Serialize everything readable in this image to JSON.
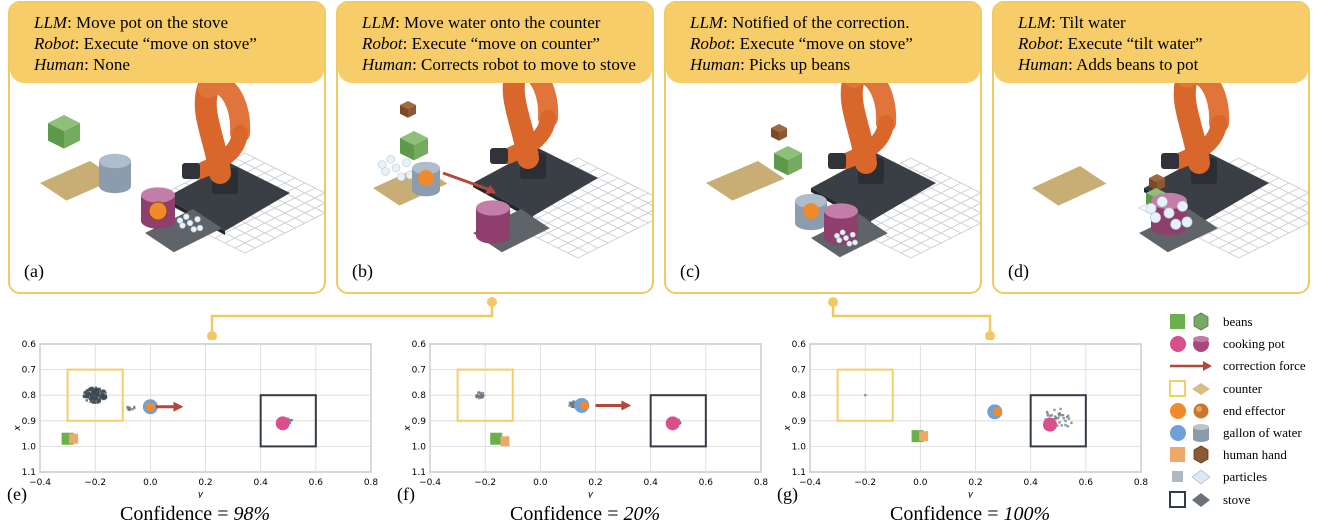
{
  "panels": [
    {
      "letter": "(a)",
      "llm_label": "LLM",
      "llm_text": ": Move pot on the stove",
      "robot_label": "Robot",
      "robot_text": ": Execute “move on stove”",
      "human_label": "Human",
      "human_text": ": None"
    },
    {
      "letter": "(b)",
      "llm_label": "LLM",
      "llm_text": ": Move water onto the counter",
      "robot_label": "Robot",
      "robot_text": ": Execute “move on counter”",
      "human_label": "Human",
      "human_text": ": Corrects robot to move to stove"
    },
    {
      "letter": "(c)",
      "llm_label": "LLM",
      "llm_text": ": Notified of the correction.",
      "robot_label": "Robot",
      "robot_text": ": Execute “move on stove”",
      "human_label": "Human",
      "human_text": ": Picks up beans"
    },
    {
      "letter": "(d)",
      "llm_label": "LLM",
      "llm_text": ": Tilt water",
      "robot_label": "Robot",
      "robot_text": ": Execute “tilt water”",
      "human_label": "Human",
      "human_text": ": Adds beans to pot"
    }
  ],
  "plots": [
    {
      "letter": "(e)",
      "confidence_label": "Confidence = ",
      "confidence_value": "98%"
    },
    {
      "letter": "(f)",
      "confidence_label": "Confidence = ",
      "confidence_value": "20%"
    },
    {
      "letter": "(g)",
      "confidence_label": "Confidence = ",
      "confidence_value": "100%"
    }
  ],
  "axis": {
    "xlabel": "y",
    "ylabel": "x",
    "xticks": [
      "−0.4",
      "−0.2",
      "0.0",
      "0.2",
      "0.4",
      "0.6",
      "0.8"
    ],
    "yticks": [
      "0.6",
      "0.7",
      "0.8",
      "0.9",
      "1.0",
      "1.1"
    ]
  },
  "legend": [
    {
      "label": "beans",
      "icon": "beans"
    },
    {
      "label": "cooking pot",
      "icon": "cooking-pot"
    },
    {
      "label": "correction force",
      "icon": "correction-force"
    },
    {
      "label": "counter",
      "icon": "counter"
    },
    {
      "label": "end effector",
      "icon": "end-effector"
    },
    {
      "label": "gallon of water",
      "icon": "gallon-of-water"
    },
    {
      "label": "human hand",
      "icon": "human-hand"
    },
    {
      "label": "particles",
      "icon": "particles"
    },
    {
      "label": "stove",
      "icon": "stove"
    }
  ],
  "colors": {
    "header": "#f7cd69",
    "border": "#f2c865",
    "beans": "#6ab04c",
    "pot": "#d94f8c",
    "arrow": "#b5473a",
    "counter": "#f5cd6a",
    "effector": "#f08a2a",
    "water": "#6fa0d8",
    "hand": "#f0a868",
    "particles": "#aeb9c2",
    "stove": "#333c44",
    "robot": "#d9662a"
  },
  "chart_data": [
    {
      "type": "scatter",
      "xlabel": "y",
      "ylabel": "x",
      "xlim": [
        -0.4,
        0.8
      ],
      "ylim": [
        1.1,
        0.6
      ],
      "counter_box": {
        "y": [
          -0.3,
          -0.1
        ],
        "x": [
          0.7,
          0.9
        ]
      },
      "stove_box": {
        "y": [
          0.4,
          0.6
        ],
        "x": [
          0.8,
          1.0
        ]
      },
      "end_effector": {
        "y": 0.0,
        "x": 0.845
      },
      "water": {
        "y": 0.0,
        "x": 0.845
      },
      "pot": {
        "y": 0.48,
        "x": 0.91
      },
      "beans": {
        "y": -0.3,
        "x": 0.97
      },
      "hand": {
        "y": -0.28,
        "x": 0.97
      },
      "correction_force": {
        "from": [
          0.02,
          0.845
        ],
        "to": [
          0.12,
          0.845
        ]
      },
      "particle_clusters": [
        {
          "y": -0.2,
          "x": 0.8,
          "spread": 0.03,
          "count": 160
        },
        {
          "y": -0.07,
          "x": 0.85,
          "spread": 0.01,
          "count": 12
        },
        {
          "y": 0.5,
          "x": 0.9,
          "spread": 0.01,
          "count": 10
        }
      ]
    },
    {
      "type": "scatter",
      "xlabel": "y",
      "ylabel": "x",
      "xlim": [
        -0.4,
        0.8
      ],
      "ylim": [
        1.1,
        0.6
      ],
      "counter_box": {
        "y": [
          -0.3,
          -0.1
        ],
        "x": [
          0.7,
          0.9
        ]
      },
      "stove_box": {
        "y": [
          0.4,
          0.6
        ],
        "x": [
          0.8,
          1.0
        ]
      },
      "end_effector": {
        "y": 0.16,
        "x": 0.84
      },
      "water": {
        "y": 0.15,
        "x": 0.84
      },
      "pot": {
        "y": 0.48,
        "x": 0.91
      },
      "beans": {
        "y": -0.16,
        "x": 0.97
      },
      "hand": {
        "y": -0.13,
        "x": 0.98
      },
      "correction_force": {
        "from": [
          0.2,
          0.84
        ],
        "to": [
          0.33,
          0.84
        ]
      },
      "particle_clusters": [
        {
          "y": -0.22,
          "x": 0.8,
          "spread": 0.012,
          "count": 25
        },
        {
          "y": 0.12,
          "x": 0.835,
          "spread": 0.012,
          "count": 25
        },
        {
          "y": -0.16,
          "x": 0.97,
          "spread": 0.012,
          "count": 20
        },
        {
          "y": 0.49,
          "x": 0.9,
          "spread": 0.015,
          "count": 25
        }
      ]
    },
    {
      "type": "scatter",
      "xlabel": "y",
      "ylabel": "x",
      "xlim": [
        -0.4,
        0.8
      ],
      "ylim": [
        1.1,
        0.6
      ],
      "counter_box": {
        "y": [
          -0.3,
          -0.1
        ],
        "x": [
          0.7,
          0.9
        ]
      },
      "stove_box": {
        "y": [
          0.4,
          0.6
        ],
        "x": [
          0.8,
          1.0
        ]
      },
      "end_effector": {
        "y": 0.28,
        "x": 0.865
      },
      "water": {
        "y": 0.27,
        "x": 0.865
      },
      "pot": {
        "y": 0.47,
        "x": 0.915
      },
      "beans": {
        "y": -0.01,
        "x": 0.96
      },
      "hand": {
        "y": 0.01,
        "x": 0.96
      },
      "particle_clusters": [
        {
          "y": -0.2,
          "x": 0.8,
          "spread": 0.001,
          "count": 1
        },
        {
          "y": 0.5,
          "x": 0.89,
          "spread": 0.04,
          "count": 35
        }
      ]
    }
  ]
}
